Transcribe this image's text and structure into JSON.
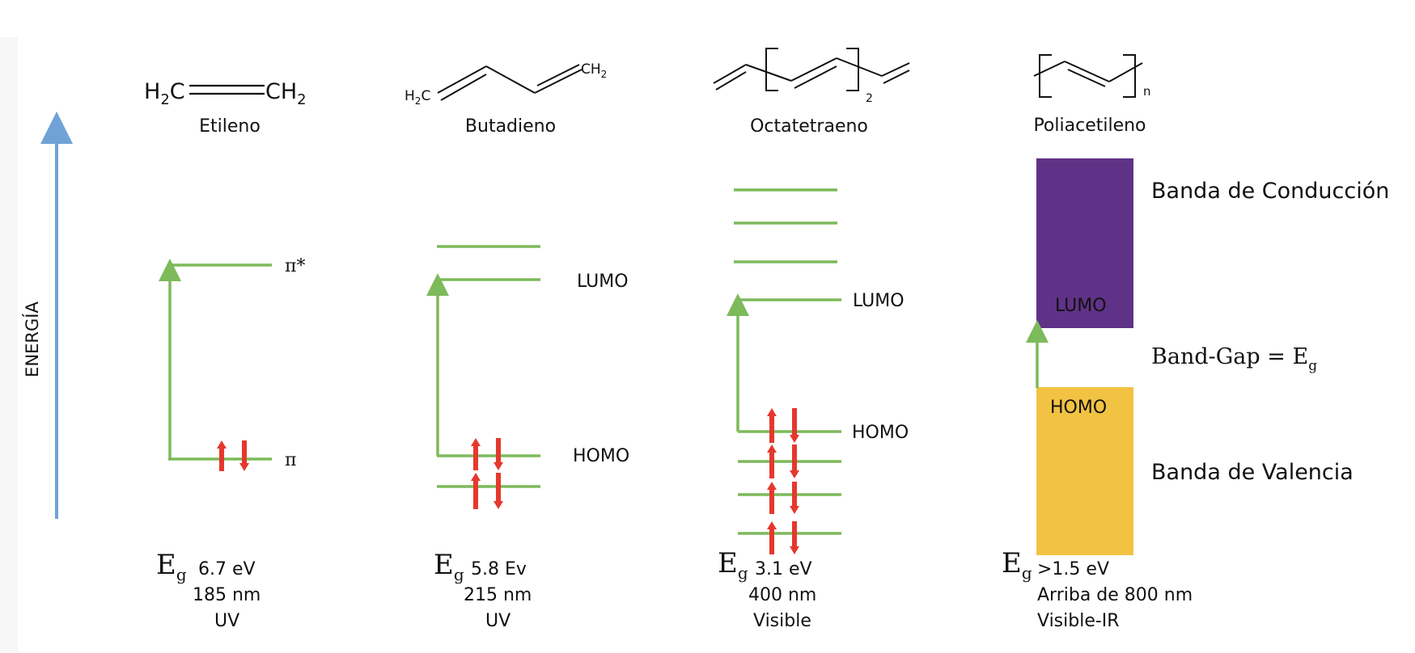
{
  "axis": {
    "label": "ENERGÍA"
  },
  "molecules": [
    {
      "name": "Etileno",
      "formula_left": "H",
      "formula_left_sub": "2",
      "formula_left_tail": "C",
      "formula_right": "CH",
      "formula_right_sub": "2",
      "upper_label": "π*",
      "lower_label": "π",
      "eg_symbol": "E",
      "eg_sub": "g",
      "eg_value": "6.7 eV",
      "wavelength": "185 nm",
      "region": "UV"
    },
    {
      "name": "Butadieno",
      "formula_left": "H",
      "formula_left_sub": "2",
      "formula_left_tail": "C",
      "formula_right": "CH",
      "formula_right_sub": "2",
      "upper_label": "LUMO",
      "lower_label": "HOMO",
      "eg_symbol": "E",
      "eg_sub": "g",
      "eg_value": "5.8 Ev",
      "wavelength": "215 nm",
      "region": "UV"
    },
    {
      "name": "Octatetraeno",
      "repeat_sub": "2",
      "upper_label": "LUMO",
      "lower_label": "HOMO",
      "eg_symbol": "E",
      "eg_sub": "g",
      "eg_value": "3.1 eV",
      "wavelength": "400 nm",
      "region": "Visible"
    },
    {
      "name": "Poliacetileno",
      "repeat_sub": "n",
      "upper_label": "LUMO",
      "lower_label": "HOMO",
      "conduction_band": "Banda de Conducción",
      "valence_band": "Banda de Valencia",
      "gap_label": "Band-Gap = E",
      "gap_sub": "g",
      "eg_symbol": "E",
      "eg_sub": "g",
      "eg_value": ">1.5 eV",
      "wavelength": "Arriba de 800 nm",
      "region": "Visible-IR"
    }
  ],
  "colors": {
    "level": "#7dba5a",
    "electron": "#e5382e",
    "axis": "#6fa2d6",
    "conduction": "#5f3287",
    "valence": "#f2c242"
  }
}
